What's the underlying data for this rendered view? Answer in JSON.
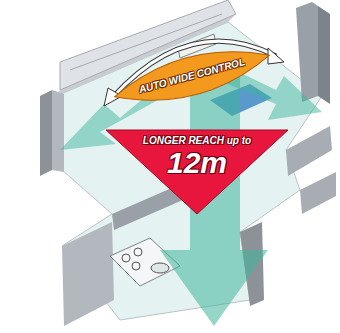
{
  "diagram": {
    "nodes": [
      {
        "text": [
          "AUTO WIDE CONTROL"
        ]
      },
      {
        "text": [
          "LONGER REACH up to",
          "12m"
        ]
      }
    ]
  }
}
